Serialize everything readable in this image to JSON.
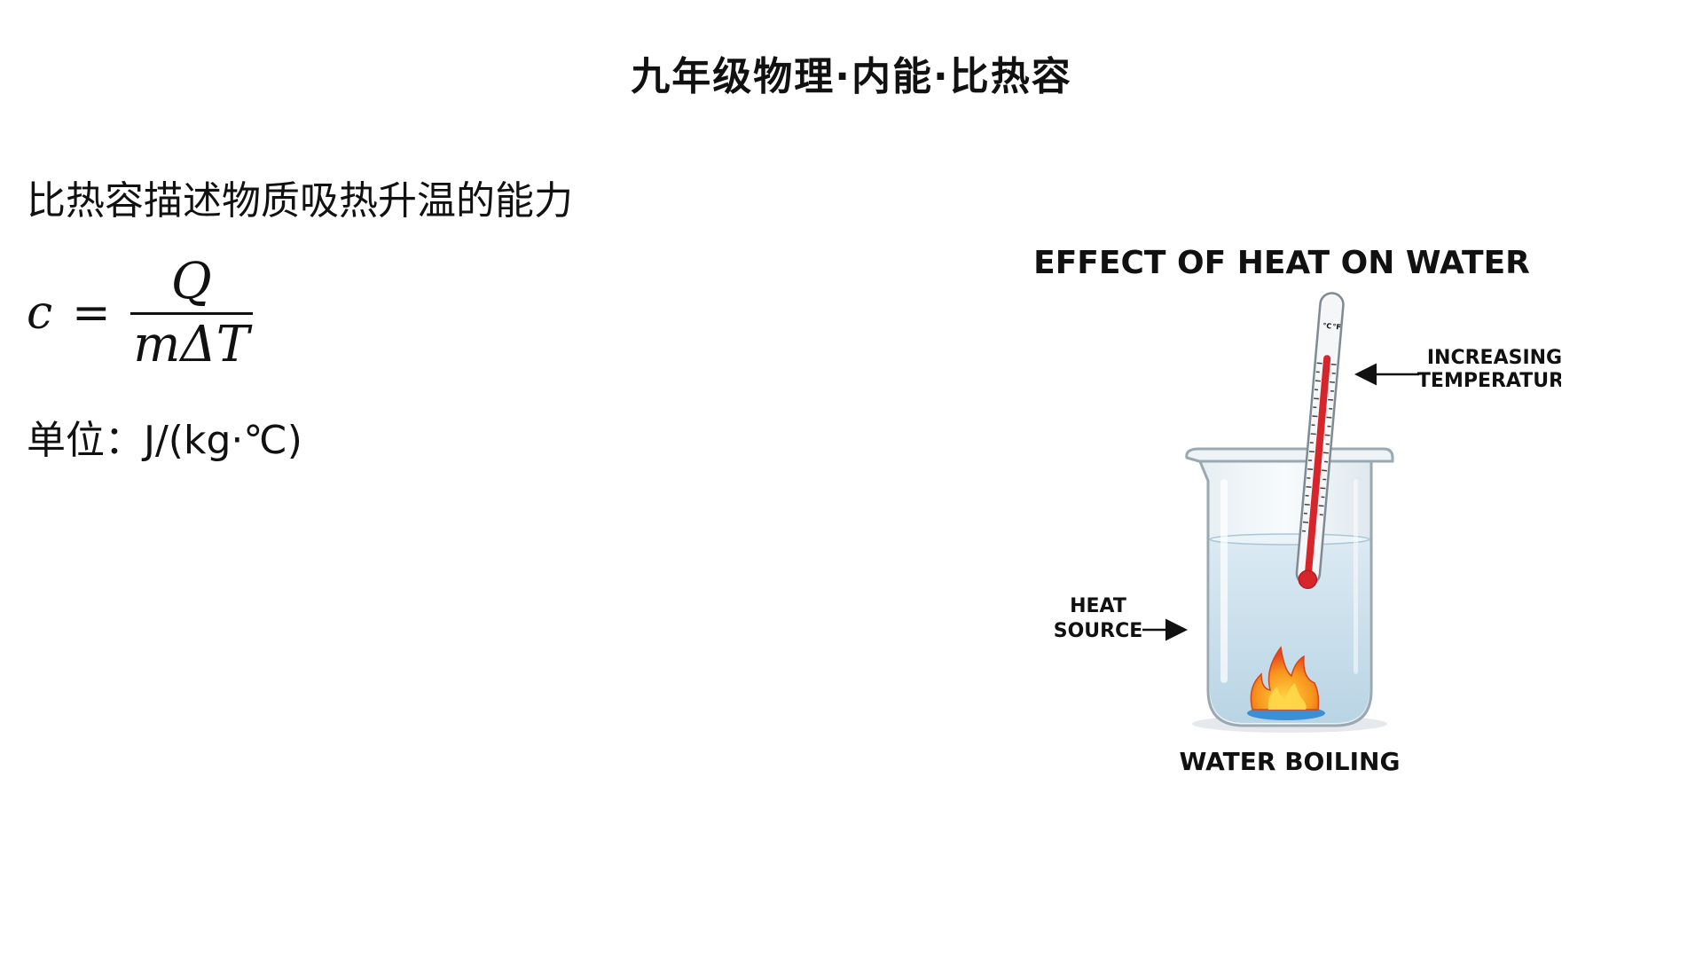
{
  "header": {
    "title": "九年级物理·内能·比热容"
  },
  "content": {
    "intro": "比热容描述物质吸热升温的能力",
    "formula": {
      "lhs": "c",
      "equals": "=",
      "numerator": "Q",
      "denominator": "mΔT"
    },
    "unit_label": "单位：",
    "unit_value": "J/(kg·℃)"
  },
  "figure": {
    "title": "EFFECT OF HEAT ON WATER",
    "label_temperature_1": "INCREASING",
    "label_temperature_2": "TEMPERATURE",
    "label_heat_1": "HEAT",
    "label_heat_2": "SOURCE",
    "caption": "WATER BOILING",
    "thermometer_units": [
      "°C",
      "°F"
    ],
    "colors": {
      "water": "#cfe3ef",
      "mercury": "#d7262b",
      "flame": "#f26a1b",
      "burner": "#3a8fd6"
    }
  }
}
